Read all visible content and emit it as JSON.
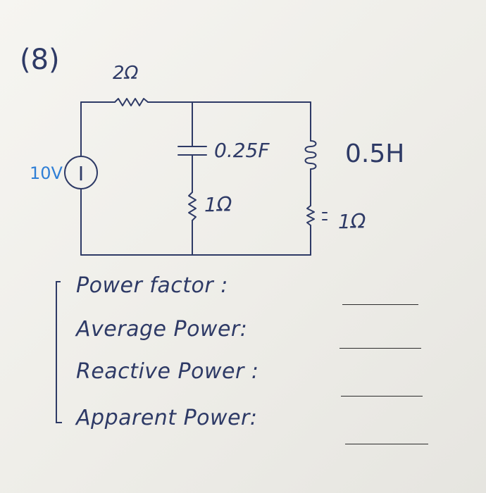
{
  "problem": {
    "number": "(8)"
  },
  "components": {
    "source_voltage": "10V",
    "source_symbol": "I",
    "series_resistor": "2Ω",
    "capacitor": "0.25F",
    "capacitor_resistor": "1Ω",
    "inductor": "0.5H",
    "inductor_resistor": "1Ω"
  },
  "questions": [
    {
      "label": "Power factor :"
    },
    {
      "label": "Average Power:"
    },
    {
      "label": "Reactive Power :"
    },
    {
      "label": "Apparent Power:"
    }
  ],
  "colors": {
    "ink": "#2e3a66",
    "source_label": "#2f7fd6",
    "answer_line": "#2b2b2b"
  }
}
